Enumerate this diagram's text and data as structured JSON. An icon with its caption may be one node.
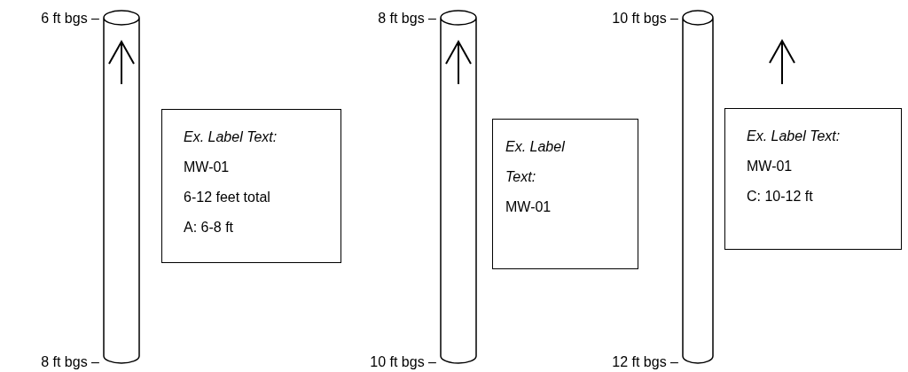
{
  "diagram": {
    "nodes": [
      {
        "text": [],
        "shape": "cylinder",
        "beside": [
          "6 ft bgs –",
          "8 ft bgs –"
        ]
      },
      {
        "text": [
          "Ex. Label Text:",
          "MW-01",
          "6-12 feet total",
          "A: 6-8 ft"
        ]
      },
      {
        "text": [],
        "shape": "cylinder",
        "beside": [
          "8 ft bgs –",
          "10 ft bgs –"
        ]
      },
      {
        "text": [
          "Ex. Label Text:",
          "MW-01"
        ]
      },
      {
        "text": [],
        "shape": "cylinder",
        "beside": [
          "10 ft bgs –",
          "12 ft bgs –"
        ]
      },
      {
        "text": [
          "Ex. Label Text:",
          "MW-01",
          "C: 10-12 ft"
        ]
      }
    ],
    "edges": []
  }
}
